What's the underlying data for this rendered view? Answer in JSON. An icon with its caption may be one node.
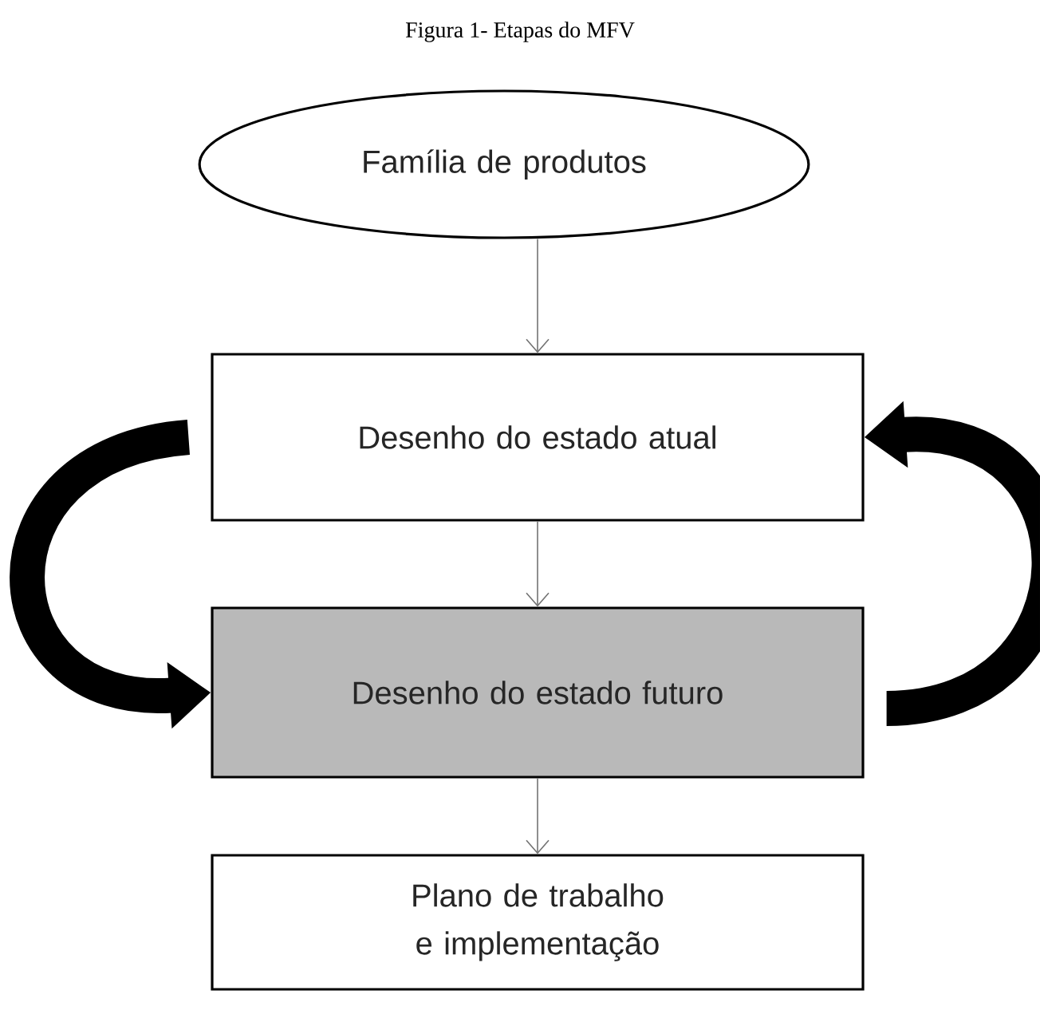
{
  "diagram": {
    "title": "Figura 1- Etapas do MFV",
    "nodes": [
      {
        "text": [
          "Família de produtos"
        ]
      },
      {
        "text": [
          "Desenho do estado atual"
        ]
      },
      {
        "text": [
          "Desenho do estado futuro"
        ]
      },
      {
        "text": [
          "Plano de trabalho e implementação"
        ]
      }
    ],
    "edges": [
      {
        "from": 0,
        "to": 1,
        "arrow": "to"
      },
      {
        "from": 1,
        "to": 2,
        "arrow": "to"
      },
      {
        "from": 2,
        "to": 3,
        "arrow": "to"
      },
      {
        "from": 1,
        "to": 2,
        "arrow": "to",
        "style": "thick",
        "color": "#000000"
      },
      {
        "from": 2,
        "to": 1,
        "arrow": "to",
        "style": "thick",
        "color": "#000000"
      }
    ]
  }
}
